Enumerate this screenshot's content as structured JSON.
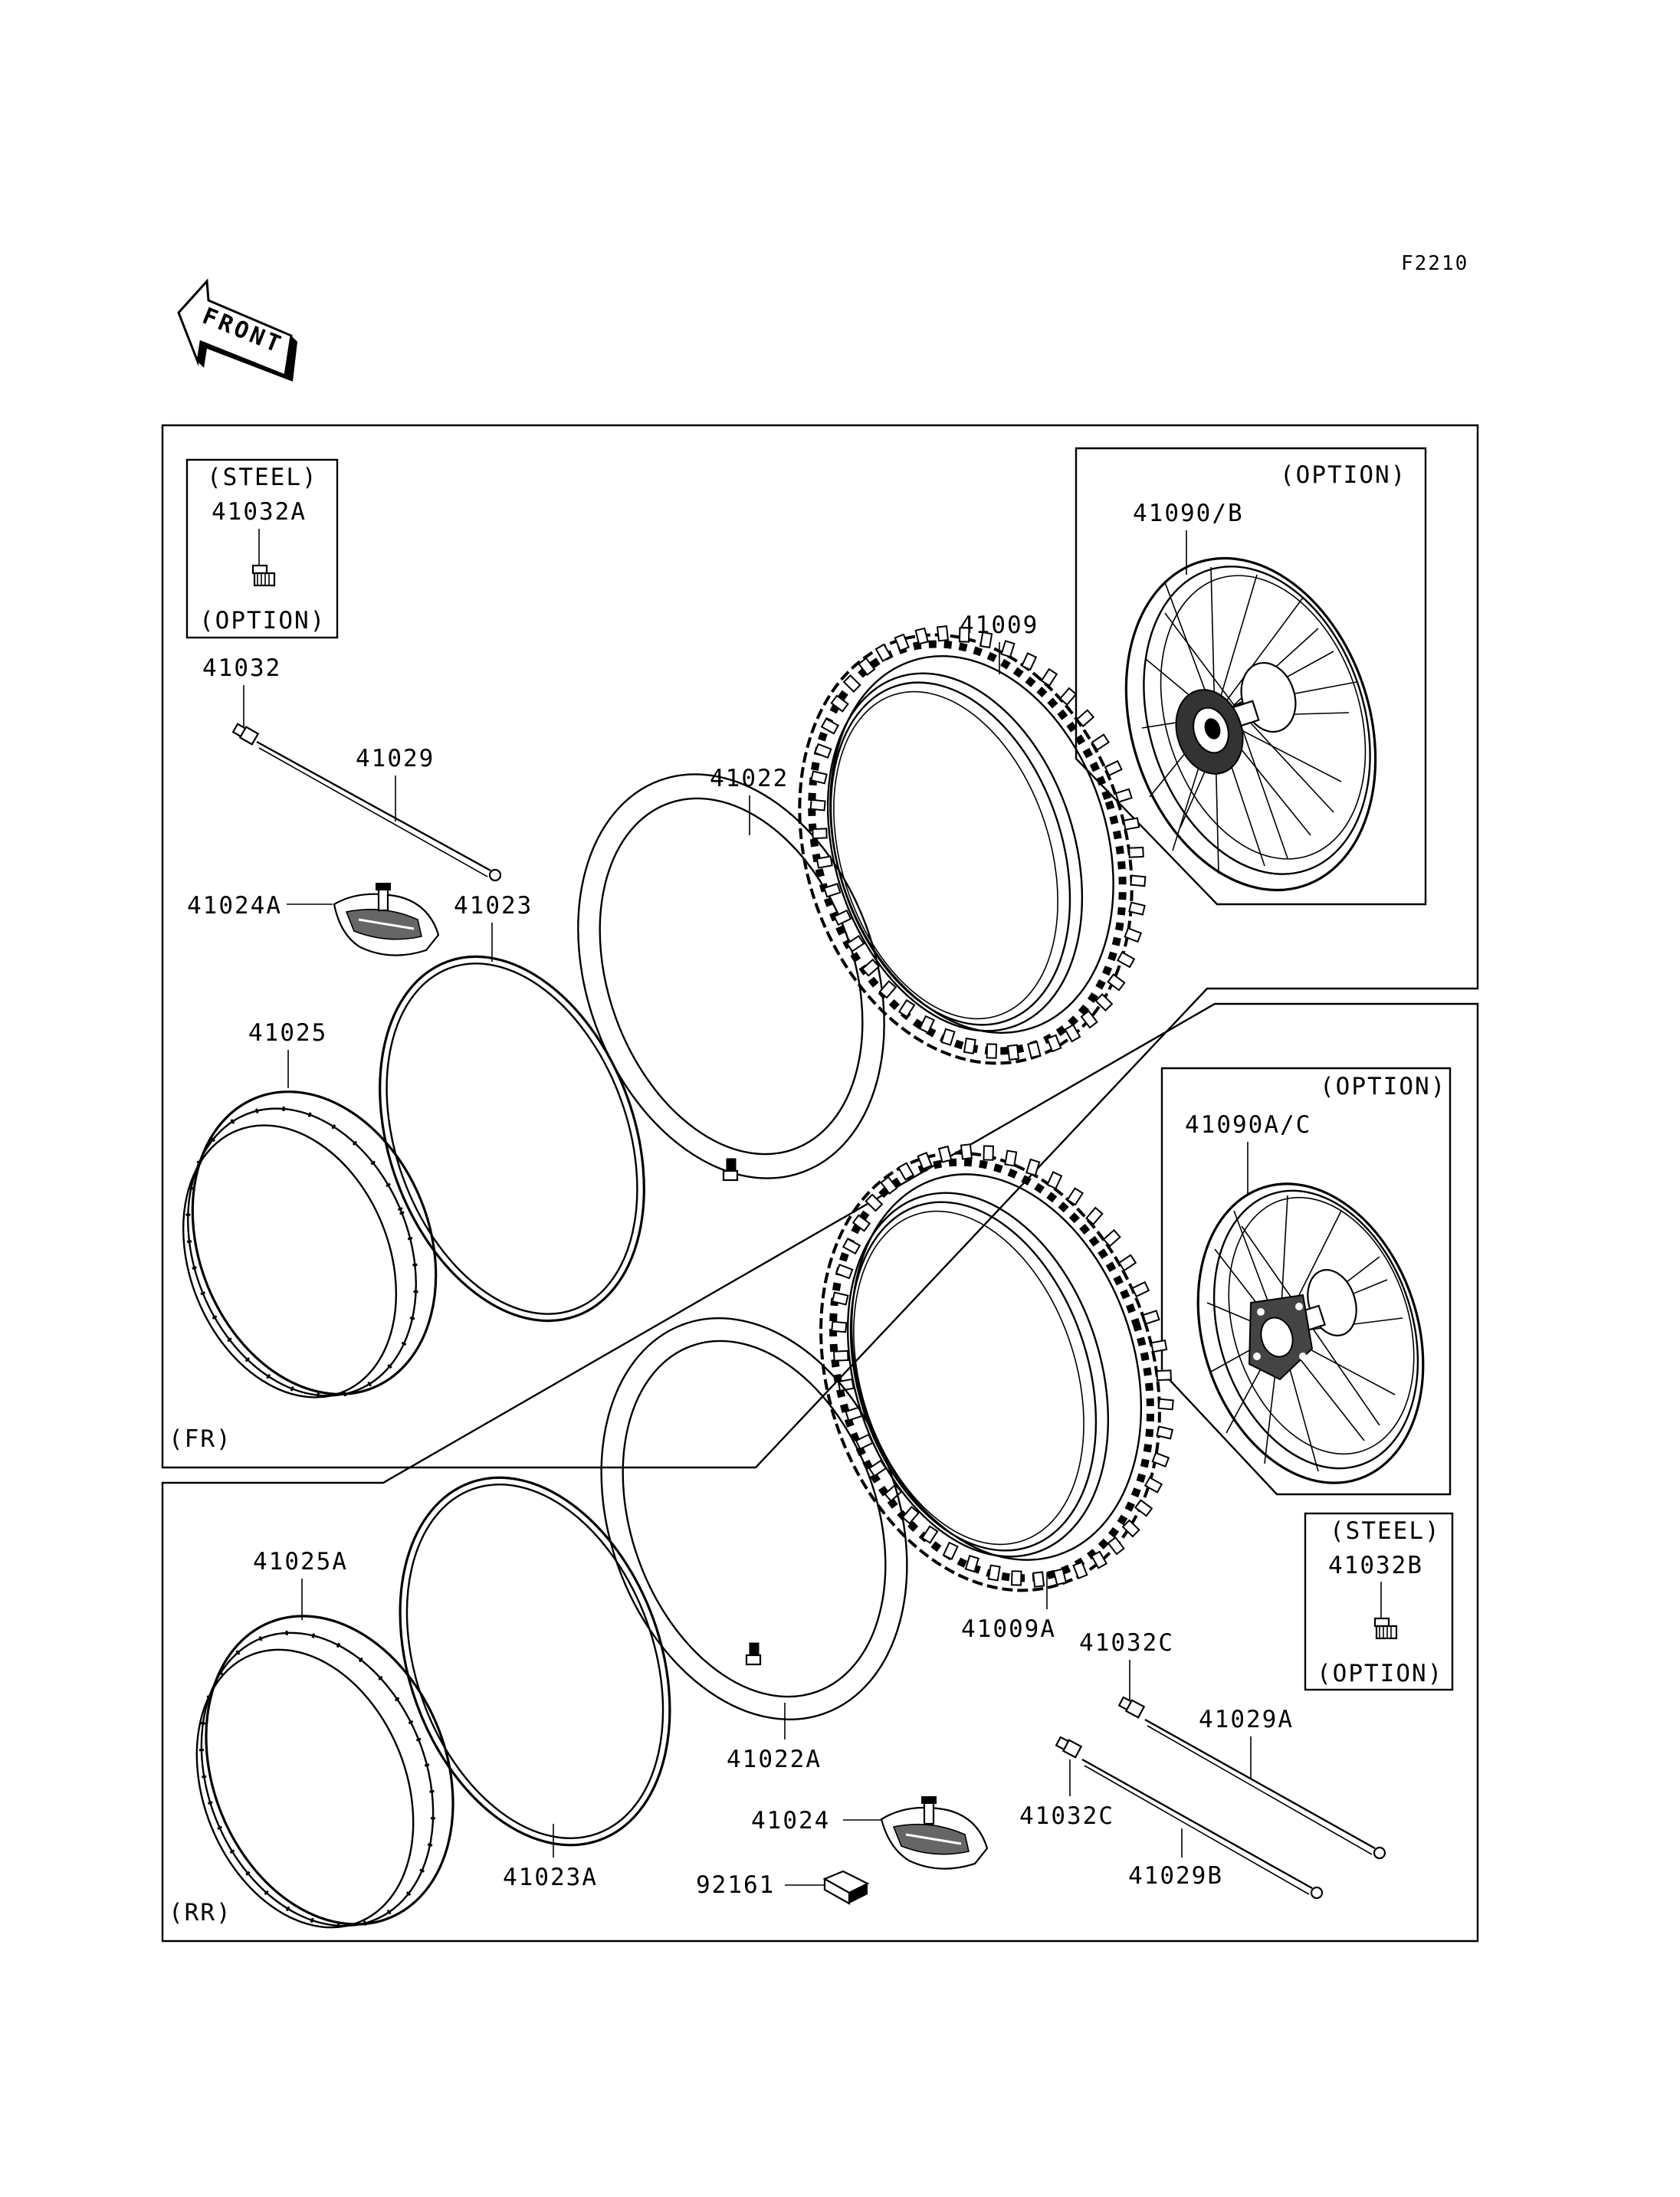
{
  "figure_code": "F2210",
  "front_arrow": {
    "label": "FRONT",
    "icon": "front-direction-arrow-icon"
  },
  "sections": {
    "front": {
      "label": "(FR)"
    },
    "rear": {
      "label": "(RR)"
    }
  },
  "option_boxes": {
    "steel_front": {
      "top": "(STEEL)",
      "part": "41032A",
      "bottom": "(OPTION)"
    },
    "wheel_front": {
      "top": "(OPTION)",
      "part": "41090/B"
    },
    "wheel_rear": {
      "top": "(OPTION)",
      "part": "41090A/C"
    },
    "steel_rear": {
      "top": "(STEEL)",
      "part": "41032B",
      "bottom": "(OPTION)"
    }
  },
  "parts": {
    "p41032": "41032",
    "p41029": "41029",
    "p41024A": "41024A",
    "p41023": "41023",
    "p41022": "41022",
    "p41009": "41009",
    "p41025": "41025",
    "p41025A": "41025A",
    "p41023A": "41023A",
    "p41022A": "41022A",
    "p41009A": "41009A",
    "p41032C_top": "41032C",
    "p41029A": "41029A",
    "p41032C_bottom": "41032C",
    "p41029B": "41029B",
    "p41024": "41024",
    "p92161": "92161"
  }
}
